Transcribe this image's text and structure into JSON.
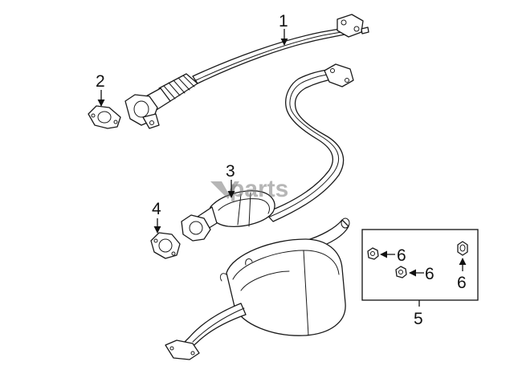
{
  "callouts": {
    "c1": "1",
    "c2": "2",
    "c3": "3",
    "c4": "4",
    "c5": "5",
    "c6a": "6",
    "c6b": "6",
    "c6c": "6"
  },
  "watermark": {
    "text": "parts"
  },
  "colors": {
    "line": "#1a1a1a",
    "watermark": "#7a7a7a"
  }
}
